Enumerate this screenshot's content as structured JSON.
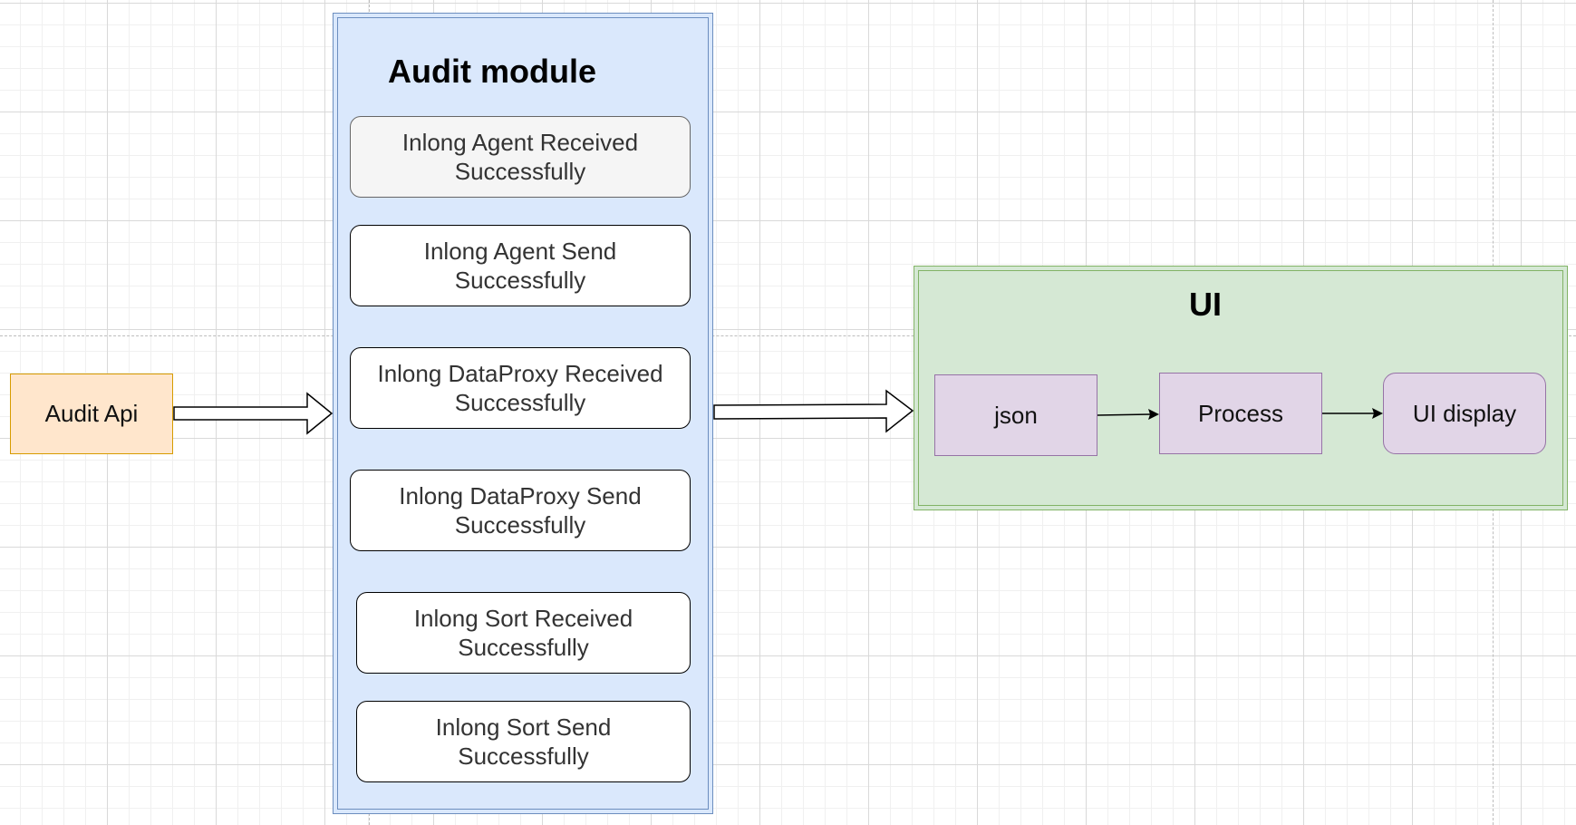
{
  "diagram": {
    "audit_api": {
      "label": "Audit Api"
    },
    "audit_module": {
      "title": "Audit module",
      "steps": [
        {
          "line1": "Inlong Agent Received",
          "line2": "Successfully"
        },
        {
          "line1": "Inlong Agent Send",
          "line2": "Successfully"
        },
        {
          "line1": "Inlong DataProxy Received",
          "line2": "Successfully"
        },
        {
          "line1": "Inlong DataProxy Send",
          "line2": "Successfully"
        },
        {
          "line1": "Inlong Sort Received",
          "line2": "Successfully"
        },
        {
          "line1": "Inlong Sort Send",
          "line2": "Successfully"
        }
      ]
    },
    "ui": {
      "title": "UI",
      "nodes": [
        {
          "label": "json"
        },
        {
          "label": "Process"
        },
        {
          "label": "UI display"
        }
      ]
    }
  },
  "colors": {
    "audit_api_fill": "#ffe6cc",
    "audit_api_stroke": "#d79b00",
    "module_fill": "#dae8fc",
    "module_stroke": "#6c8ebf",
    "ui_fill": "#d5e8d4",
    "ui_stroke": "#82b366",
    "node_fill": "#e1d5e7",
    "node_stroke": "#9673a6"
  }
}
